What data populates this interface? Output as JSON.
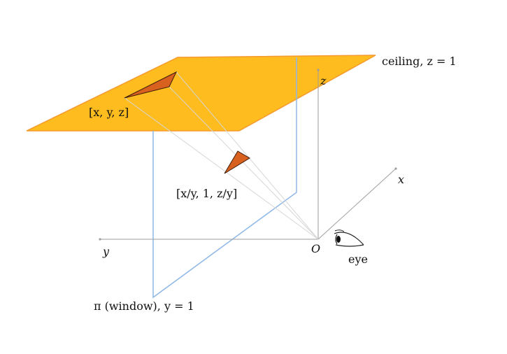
{
  "labels": {
    "ceiling": "ceiling, z = 1",
    "z_axis": "z",
    "x_axis": "x",
    "y_axis": "y",
    "origin": "O",
    "eye": "eye",
    "point_3d": "[x, y, z]",
    "point_projected": "[x/y, 1, z/y]",
    "window": "π (window), y = 1"
  },
  "colors": {
    "ceiling_fill": "#FFBC1F",
    "ceiling_stroke": "#F59A2E",
    "window_stroke": "#8DB7E6",
    "triangle_fill": "#D9611F",
    "axis": "#9E9E9E",
    "rays": "#D6D6D6"
  },
  "icons": {
    "eye": "eye-icon"
  }
}
